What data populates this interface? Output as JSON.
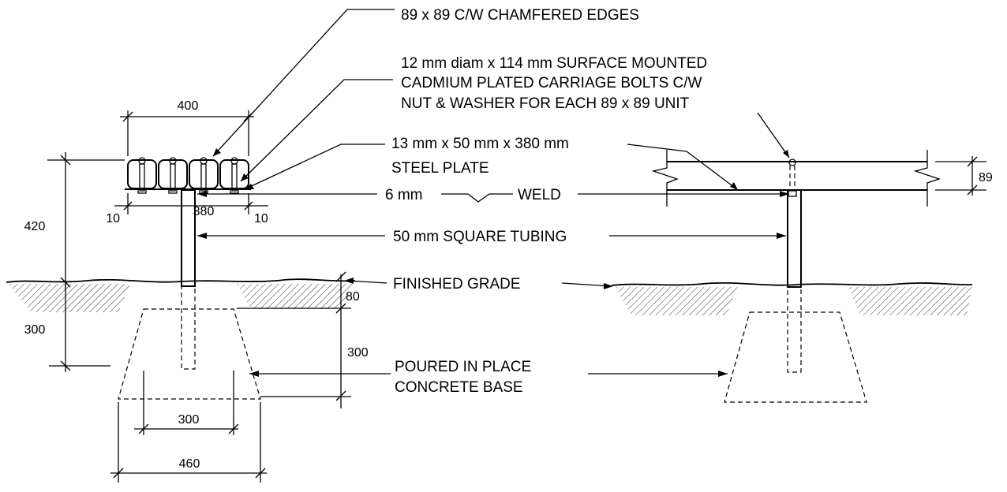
{
  "labels": {
    "chamfer": "89 x 89 C/W CHAMFERED EDGES",
    "bolt_line1": "12 mm diam x 114 mm SURFACE MOUNTED",
    "bolt_line2": "CADMIUM PLATED CARRIAGE BOLTS C/W",
    "bolt_line3": "NUT & WASHER FOR EACH 89 x 89 UNIT",
    "plate_line1": "13 mm x 50 mm x 380 mm",
    "plate_line2": "STEEL PLATE",
    "weld_size": "6 mm",
    "weld": "WELD",
    "tubing": "50 mm SQUARE TUBING",
    "grade": "FINISHED GRADE",
    "base_line1": "POURED IN PLACE",
    "base_line2": "CONCRETE BASE"
  },
  "dims": {
    "top_width": "400",
    "height_above": "420",
    "edge_left": "10",
    "plate_len": "380",
    "edge_right": "10",
    "depth_left": "300",
    "grade_to_base": "80",
    "base_depth": "300",
    "base_top": "300",
    "base_bottom": "460",
    "unit_height": "89"
  }
}
